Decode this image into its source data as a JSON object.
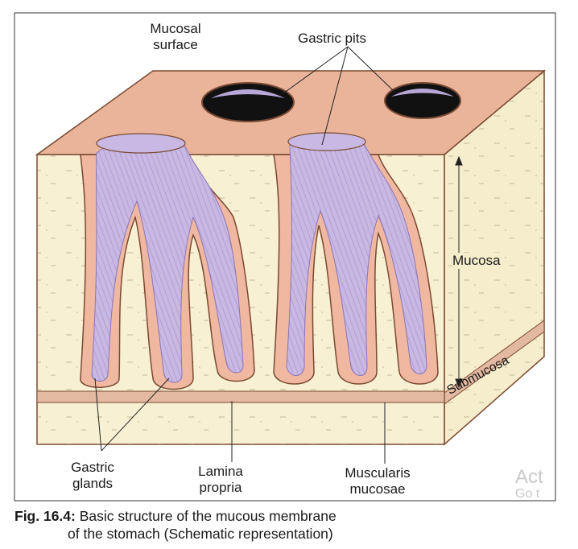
{
  "labels": {
    "mucosal_surface_line1": "Mucosal",
    "mucosal_surface_line2": "surface",
    "gastric_pits": "Gastric pits",
    "mucosa": "Mucosa",
    "submucosa": "Submucosa",
    "gastric_glands_line1": "Gastric",
    "gastric_glands_line2": "glands",
    "lamina_propria_line1": "Lamina",
    "lamina_propria_line2": "propria",
    "muscularis_mucosae_line1": "Muscularis",
    "muscularis_mucosae_line2": "mucosae"
  },
  "caption": {
    "figure_number": "Fig. 16.4:",
    "line1": "Basic structure of the mucous membrane",
    "line2": "of the stomach (Schematic representation)"
  },
  "watermark": {
    "line1": "Act",
    "line2": "Go t"
  },
  "colors": {
    "block_top": "#e9b49a",
    "block_right_face": "#f6edcc",
    "front_face": "#f8f0d2",
    "gland_wall": "#f0b7a1",
    "gland_lumen": "#c9b8e3",
    "pit_dark": "#111111",
    "outline": "#7a4a33",
    "frame": "#333333"
  }
}
